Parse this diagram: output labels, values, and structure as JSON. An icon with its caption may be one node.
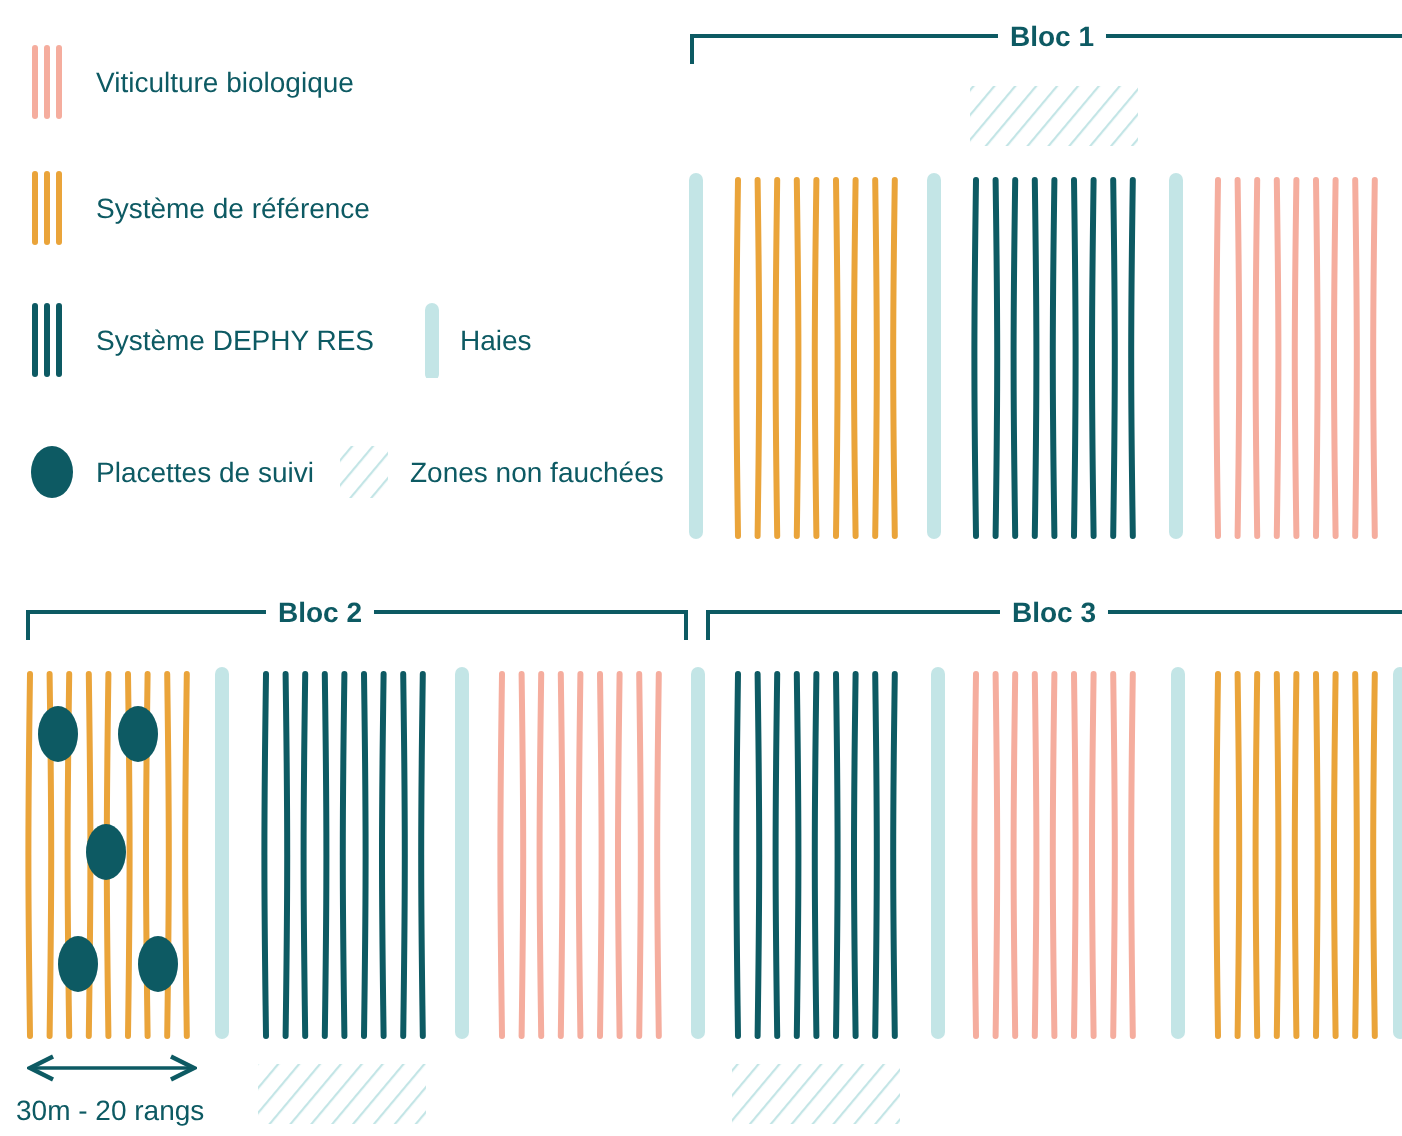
{
  "diagram": {
    "labels": [
      "Bloc 1",
      "Bloc 2",
      "Bloc 3",
      "30m - 20 rangs"
    ],
    "legend": [
      {
        "text": "Viticulture biologique",
        "color": "#f5ad9e"
      },
      {
        "text": "Système de référence",
        "color": "#eaa43a"
      },
      {
        "text": "Système DEPHY RES",
        "color": "#0d5a63"
      },
      {
        "text": "Haies",
        "color": "#c3e5e6"
      },
      {
        "text": "Placettes de suivi",
        "color": "#0d5a63"
      },
      {
        "text": "Zones non fauchées"
      }
    ]
  }
}
